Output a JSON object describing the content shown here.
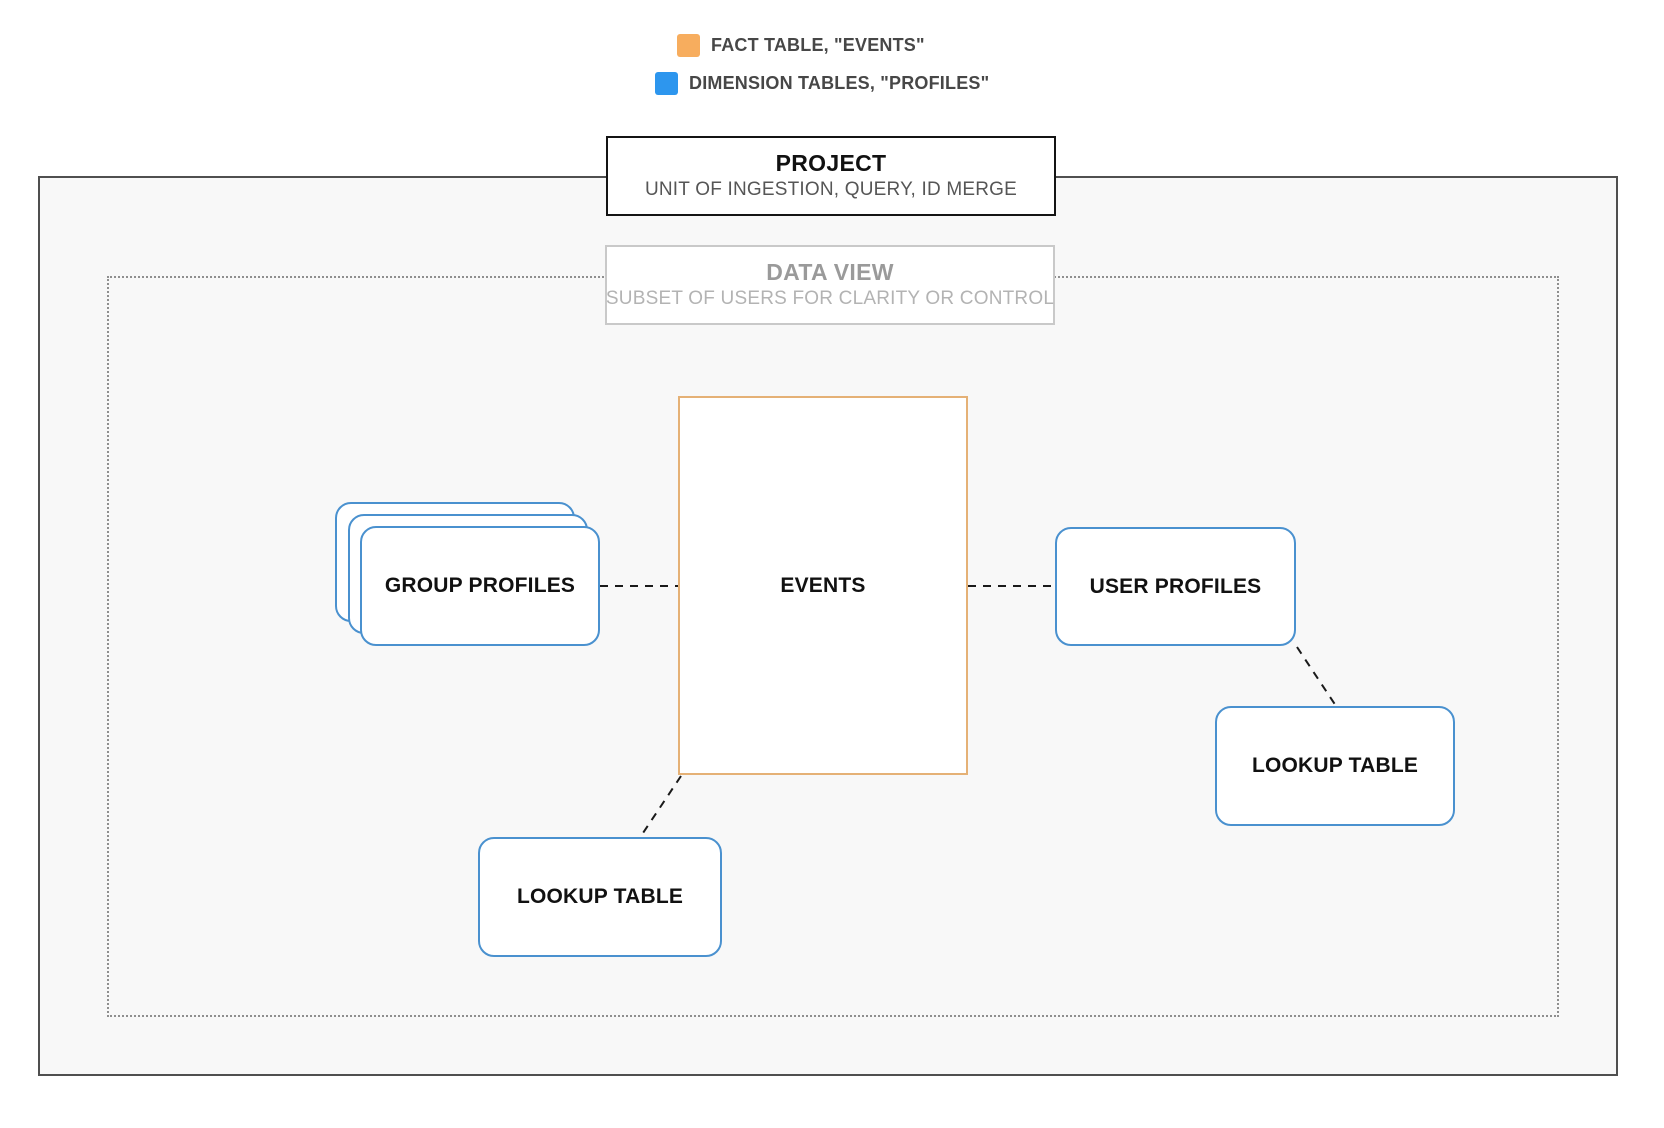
{
  "legend": {
    "items": [
      {
        "name": "fact-table",
        "label": "FACT TABLE, \"EVENTS\"",
        "color": "#f7ad5e"
      },
      {
        "name": "dimension-tables",
        "label": "DIMENSION TABLES, \"PROFILES\"",
        "color": "#2d96ee"
      }
    ]
  },
  "project": {
    "title": "PROJECT",
    "subtitle": "UNIT OF INGESTION, QUERY, ID MERGE"
  },
  "data_view": {
    "title": "DATA VIEW",
    "subtitle": "SUBSET OF USERS FOR CLARITY OR CONTROL"
  },
  "nodes": {
    "events": {
      "label": "EVENTS",
      "type": "fact"
    },
    "group_profiles": {
      "label": "GROUP PROFILES",
      "type": "dimension"
    },
    "user_profiles": {
      "label": "USER PROFILES",
      "type": "dimension"
    },
    "lookup_table_left": {
      "label": "LOOKUP TABLE",
      "type": "dimension"
    },
    "lookup_table_right": {
      "label": "LOOKUP TABLE",
      "type": "dimension"
    }
  },
  "edges": [
    {
      "from": "group_profiles",
      "to": "events",
      "style": "dashed"
    },
    {
      "from": "events",
      "to": "user_profiles",
      "style": "dashed"
    },
    {
      "from": "events",
      "to": "lookup_table_left",
      "style": "dashed"
    },
    {
      "from": "user_profiles",
      "to": "lookup_table_right",
      "style": "dashed"
    }
  ],
  "colors": {
    "fact_border": "#e5b176",
    "dimension_border": "#4a91cf",
    "outer_border": "#4f4f4f",
    "outer_fill": "#f8f8f8",
    "connector": "#1a1a1a"
  }
}
